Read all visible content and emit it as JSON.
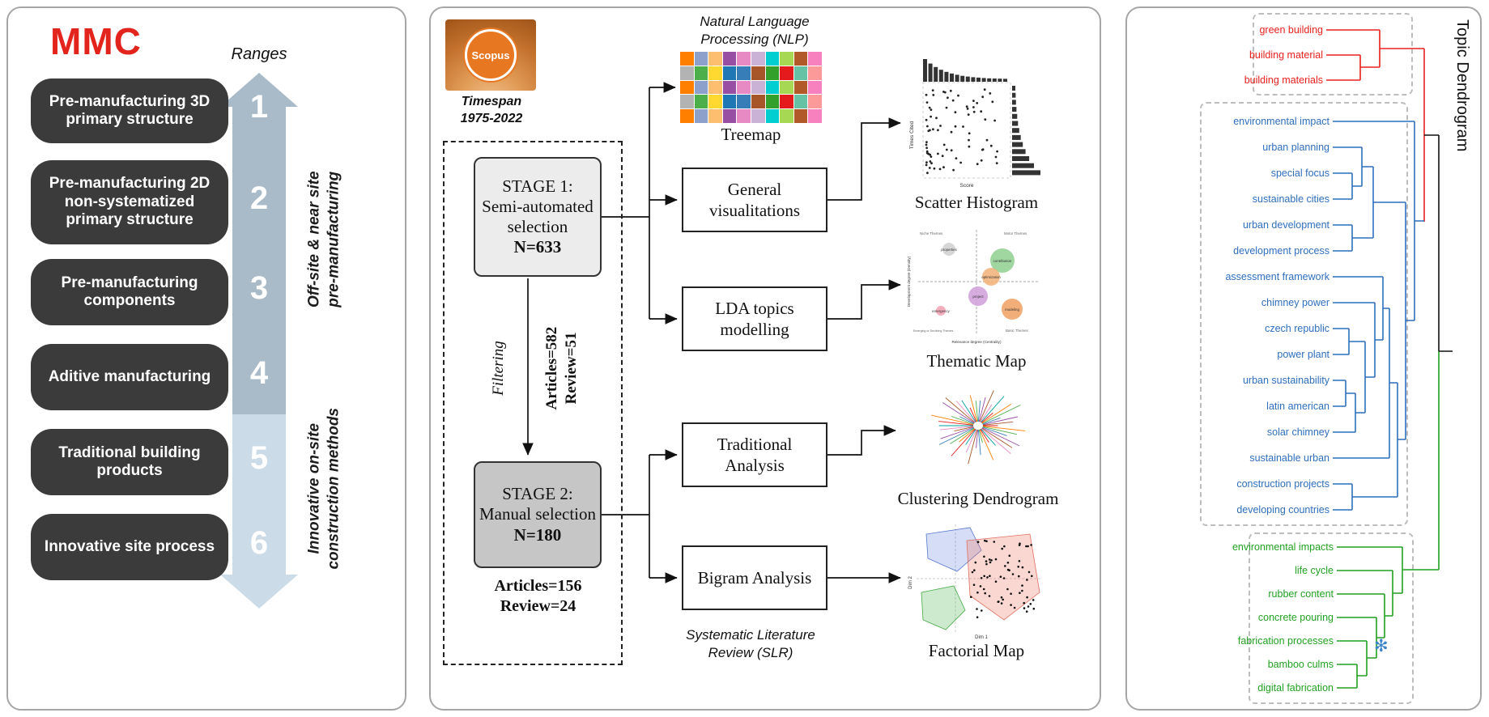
{
  "left_panel": {
    "title": "MMC",
    "title_color": "#e2241c",
    "ranges_label": "Ranges",
    "items": [
      {
        "number": "1",
        "label": "Pre-manufacturing 3D primary structure"
      },
      {
        "number": "2",
        "label": "Pre-manufacturing 2D non-systematized primary structure"
      },
      {
        "number": "3",
        "label": "Pre-manufacturing components"
      },
      {
        "number": "4",
        "label": "Aditive manufacturing"
      },
      {
        "number": "5",
        "label": "Traditional building products"
      },
      {
        "number": "6",
        "label": "Innovative site process"
      }
    ],
    "group_top_line1": "Off-site & near site",
    "group_top_line2": "pre-manufacturing",
    "group_bottom_line1": "Innovative on-site",
    "group_bottom_line2": "construction methods"
  },
  "middle_panel": {
    "scopus_logo": "Scopus",
    "timespan_line1": "Timespan",
    "timespan_line2": "1975-2022",
    "nlp_line1": "Natural Language",
    "nlp_line2": "Processing (NLP)",
    "treemap_caption": "Treemap",
    "stage1_title": "STAGE 1:",
    "stage1_body": "Semi-automated selection",
    "stage1_n": "N=633",
    "filtering_label": "Filtering",
    "filter_articles": "Articles=582",
    "filter_review": "Review=51",
    "stage2_title": "STAGE 2:",
    "stage2_body": "Manual selection",
    "stage2_n": "N=180",
    "final_articles": "Articles=156",
    "final_review": "Review=24",
    "flow_boxes": [
      "General visualitations",
      "LDA topics modelling",
      "Traditional Analysis",
      "Bigram Analysis"
    ],
    "output_captions": [
      "Scatter Histogram",
      "Thematic Map",
      "Clustering Dendrogram",
      "Factorial Map"
    ],
    "slr_line1": "Systematic Literature",
    "slr_line2": "Review (SLR)",
    "thumbnails": {
      "scatter": {
        "xlabel": "Score",
        "ylabel": "Times Cited"
      },
      "thematic": {
        "corner_tl": "Niche Themes",
        "corner_tr": "Motor Themes",
        "corner_bl": "Emerging or Declining Themes",
        "corner_br": "Basic Themes",
        "xlabel": "Relevance degree (Centrality)",
        "ylabel": "Development degree (Density)",
        "bubbles": [
          "properties",
          "contribution",
          "optimization",
          "project",
          "emergency",
          "modeling"
        ]
      },
      "factorial": {
        "xlabel": "Dim 1",
        "ylabel": "Dim 2"
      }
    }
  },
  "right_panel": {
    "title": "Topic Dendrogram",
    "clusters": [
      {
        "name": "red",
        "color": "#e8211d",
        "items": [
          "green building",
          "building material",
          "building materials"
        ]
      },
      {
        "name": "blue",
        "color": "#2e6fbe",
        "items": [
          "environmental impact",
          "urban planning",
          "special focus",
          "sustainable cities",
          "urban development",
          "development process",
          "assessment framework",
          "chimney power",
          "czech republic",
          "power plant",
          "urban sustainability",
          "latin american",
          "solar chimney",
          "sustainable urban",
          "construction projects",
          "developing countries"
        ]
      },
      {
        "name": "green",
        "color": "#21a121",
        "items": [
          "environmental impacts",
          "life cycle",
          "rubber content",
          "concrete pouring",
          "fabrication processes",
          "bamboo culms",
          "digital fabrication"
        ]
      }
    ]
  }
}
